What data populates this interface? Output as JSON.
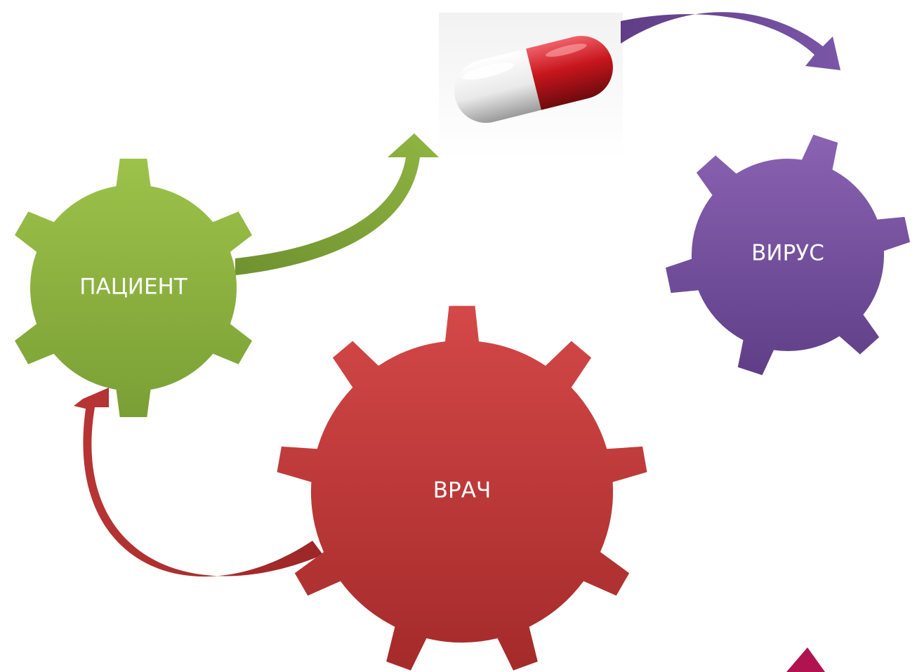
{
  "diagram": {
    "nodes": [
      {
        "id": "patient",
        "label": "ПАЦИЕНТ",
        "color_top": "#9dc24a",
        "color_bottom": "#7a9f35",
        "teeth": 6
      },
      {
        "id": "virus",
        "label": "ВИРУС",
        "color_top": "#8a63b3",
        "color_bottom": "#5f3e87",
        "teeth": 6
      },
      {
        "id": "doctor",
        "label": "ВРАЧ",
        "color_top": "#d44848",
        "color_bottom": "#a52a2a",
        "teeth": 9
      }
    ],
    "edges": [
      {
        "from": "patient",
        "to": "pill",
        "color": "#7c9e35"
      },
      {
        "from": "pill",
        "to": "virus",
        "color": "#6e4a9e"
      },
      {
        "from": "doctor",
        "to": "patient",
        "color": "#a52a2a"
      }
    ],
    "pill": {
      "icon": "capsule-pill-icon",
      "cap_color": "#c8161d",
      "body_color": "#f2f2f2"
    }
  }
}
